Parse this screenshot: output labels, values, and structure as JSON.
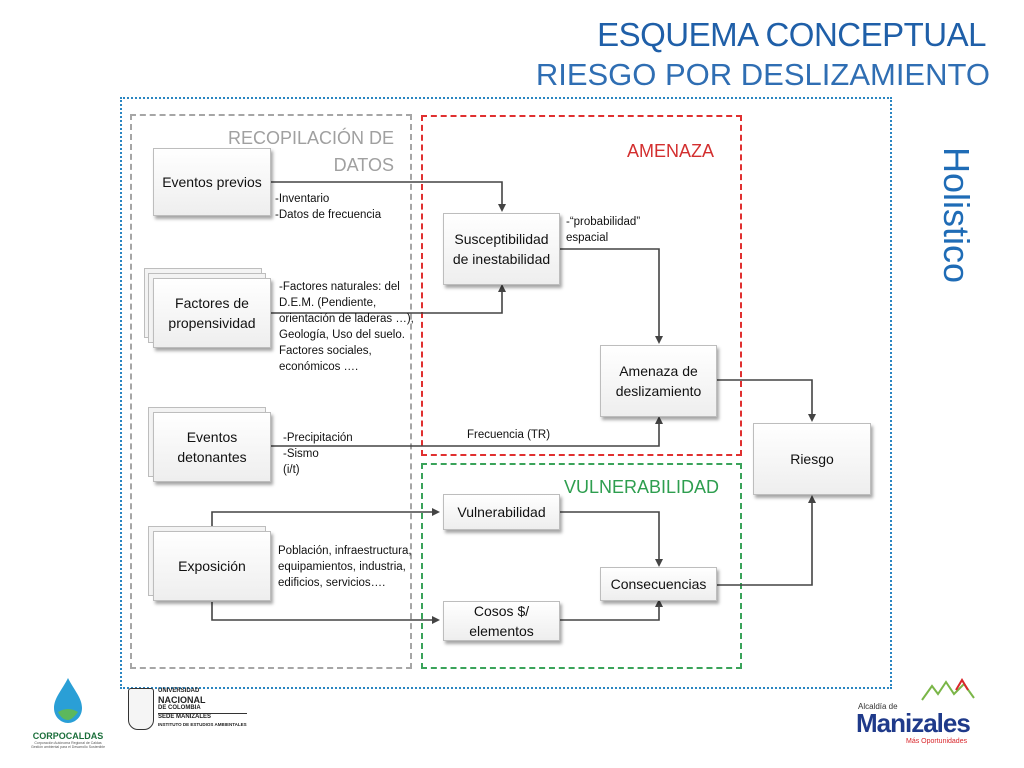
{
  "title": "ESQUEMA CONCEPTUAL",
  "subtitle": "RIESGO POR DESLIZAMIENTO",
  "side_label": "Holistico",
  "sections": {
    "datos_line1": "RECOPILACIÓN DE",
    "datos_line2": "DATOS",
    "amenaza": "AMENAZA",
    "vulnerabilidad": "VULNERABILIDAD"
  },
  "boxes": {
    "eventos_previos": "Eventos previos",
    "factores_line1": "Factores de",
    "factores_line2": "propensividad",
    "detonantes_line1": "Eventos",
    "detonantes_line2": "detonantes",
    "exposicion": "Exposición",
    "susceptibilidad_line1": "Susceptibilidad",
    "susceptibilidad_line2": "de inestabilidad",
    "amenaza_line1": "Amenaza de",
    "amenaza_line2": "deslizamiento",
    "riesgo": "Riesgo",
    "vulnerabilidad": "Vulnerabilidad",
    "consecuencias": "Consecuencias",
    "cosos_line1": "Cosos $/",
    "cosos_line2": "elementos"
  },
  "notes": {
    "eventos_previos": "-Inventario\n-Datos de frecuencia",
    "factores": "-Factores naturales: del\nD.E.M. (Pendiente,\norientación de laderas …),\nGeología, Uso del suelo.\nFactores sociales,\neconómicos ….",
    "detonantes": "-Precipitación\n-Sismo\n(i/t)",
    "frecuencia": "Frecuencia (TR)",
    "probabilidad": "-“probabilidad”\nespacial",
    "exposicion": "Población, infraestructura,\nequipamientos, industria,\nedificios, servicios…."
  },
  "logos": {
    "corpocaldas_name": "CORPOCALDAS",
    "corpocaldas_tag": "Corporación Autónoma Regional de Caldas",
    "corpocaldas_tag2": "Gestión ambiental para el Desarrollo Sostenible",
    "un_line1": "UNIVERSIDAD",
    "un_line2": "NACIONAL",
    "un_line3": "DE COLOMBIA",
    "un_line4": "SEDE MANIZALES",
    "un_line5": "INSTITUTO DE ESTUDIOS AMBIENTALES",
    "alcaldia_line1": "Alcaldía de",
    "alcaldia_line2": "Manizales",
    "alcaldia_tag": "Más Oportunidades"
  }
}
